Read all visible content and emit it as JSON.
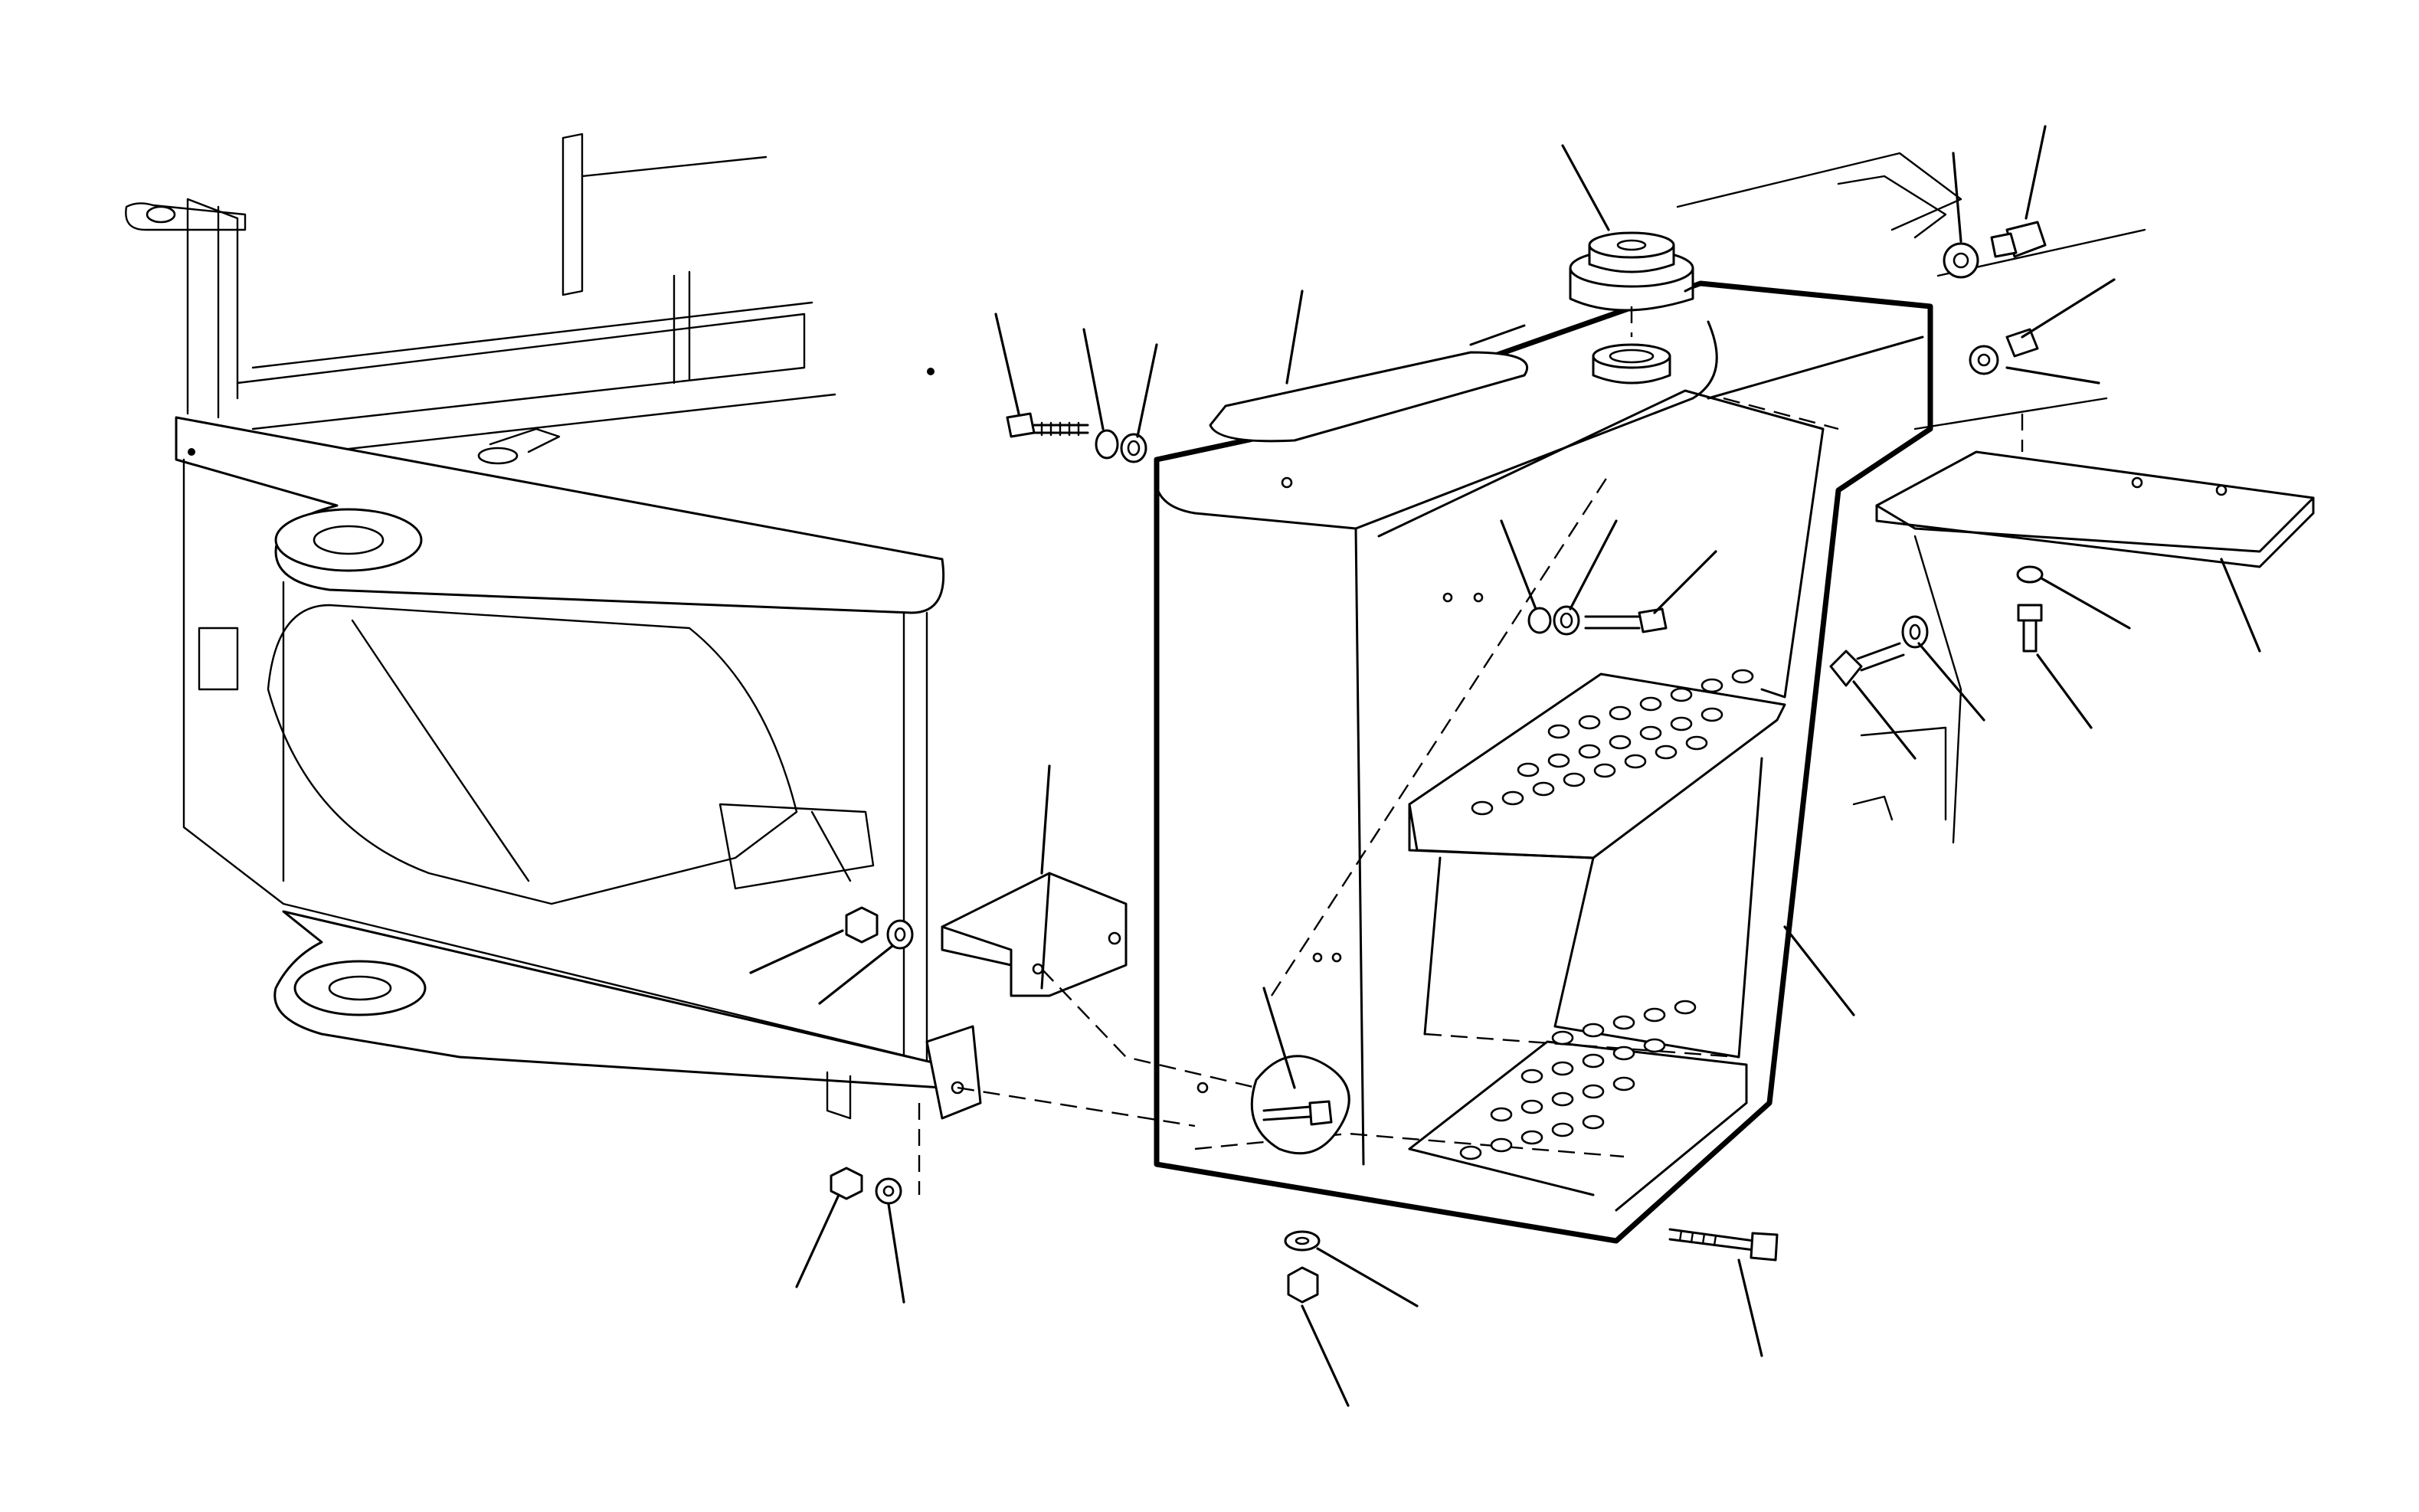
{
  "figure": {
    "colors": {
      "line": "#000000",
      "background": "#ffffff"
    },
    "parts": [
      "chassis-frame",
      "fuel-tank",
      "filler-cap",
      "cap-seal",
      "tank-pad",
      "mounting-bracket",
      "mounting-plate",
      "step-upper",
      "step-lower",
      "drain-nut"
    ]
  }
}
